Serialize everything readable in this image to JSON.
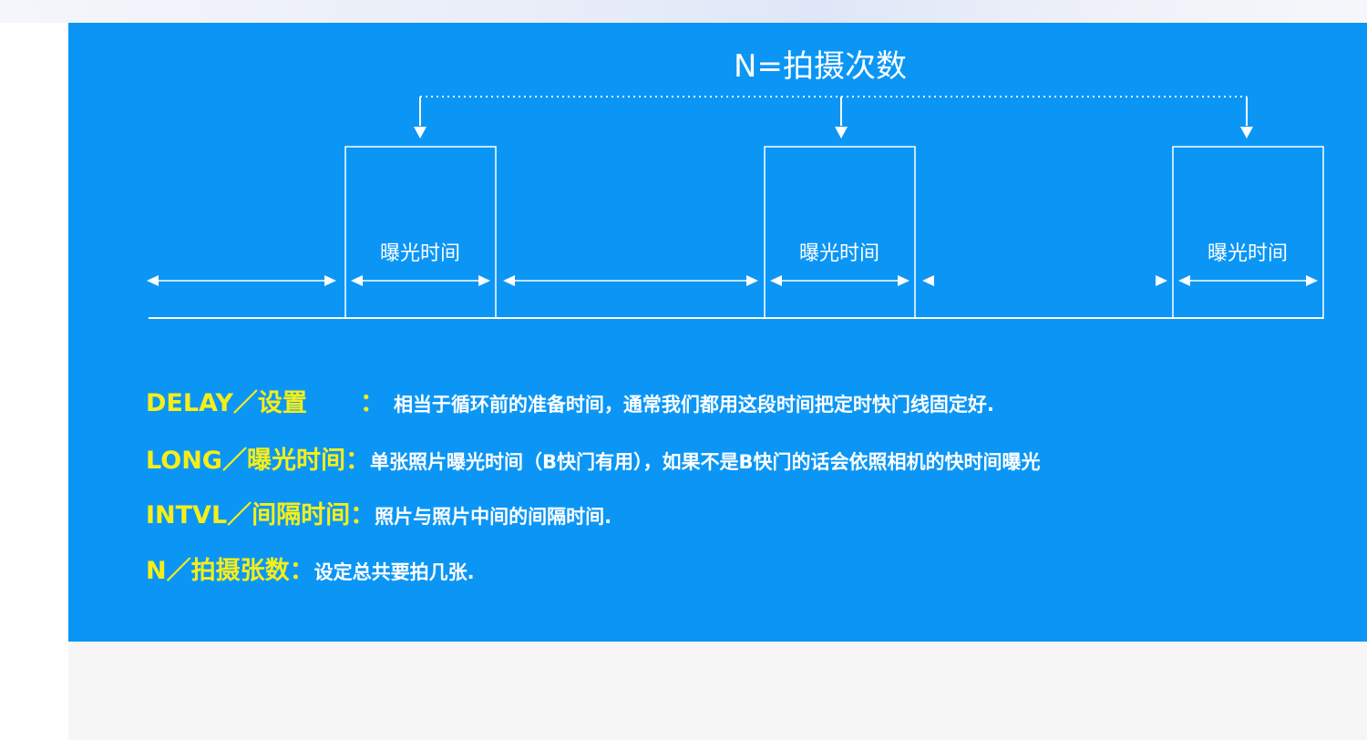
{
  "diagram": {
    "title": "N=拍摄次数",
    "box_label": "曝光时间",
    "colors": {
      "background": "#0b96f6",
      "line": "#ffffff",
      "key_text": "#f7ee18"
    }
  },
  "legend": [
    {
      "key": "DELAY／设置",
      "sep": "：",
      "text": "相当于循环前的准备时间，通常我们都用这段时间把定时快门线固定好."
    },
    {
      "key": "LONG／曝光时间：",
      "sep": "",
      "text": "单张照片曝光时间（B快门有用），如果不是B快门的话会依照相机的快时间曝光"
    },
    {
      "key": "INTVL／间隔时间：",
      "sep": "",
      "text": "照片与照片中间的间隔时间."
    },
    {
      "key": "N／拍摄张数：",
      "sep": "",
      "text": "设定总共要拍几张."
    }
  ]
}
